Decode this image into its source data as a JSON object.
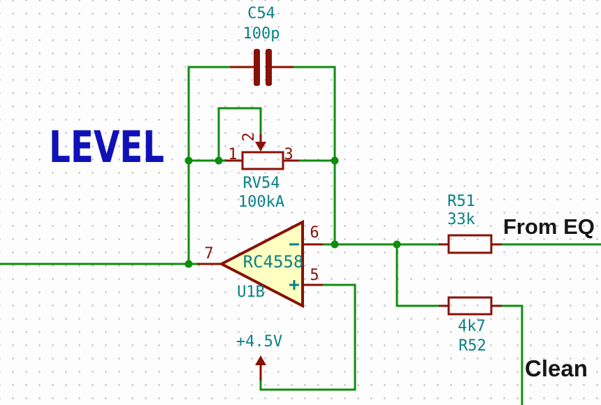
{
  "colors": {
    "wire": "#0d8e0d",
    "comp": "#871105",
    "label": "#088185",
    "title": "#1111b8",
    "net": "#161616",
    "fill": "#ffffc2",
    "bg": "#fdfdfd",
    "dot": "#b9b9b9"
  },
  "title": {
    "text": "LEVEL"
  },
  "components": {
    "c54": {
      "ref": "C54",
      "value": "100p"
    },
    "rv54": {
      "ref": "RV54",
      "value": "100kA",
      "pin1": "1",
      "pin2": "2",
      "pin3": "3"
    },
    "opamp": {
      "ref": "U1B",
      "value": "RC4558",
      "pin_out": "7",
      "pin_inv": "6",
      "pin_noninv": "5",
      "inv_sign": "−",
      "noninv_sign": "+"
    },
    "r51": {
      "ref": "R51",
      "value": "33k"
    },
    "r52": {
      "ref": "R52",
      "value": "4k7"
    }
  },
  "net_labels": {
    "from_eq": "From EQ",
    "clean": "Clean"
  },
  "power": {
    "v45": "+4.5V"
  }
}
